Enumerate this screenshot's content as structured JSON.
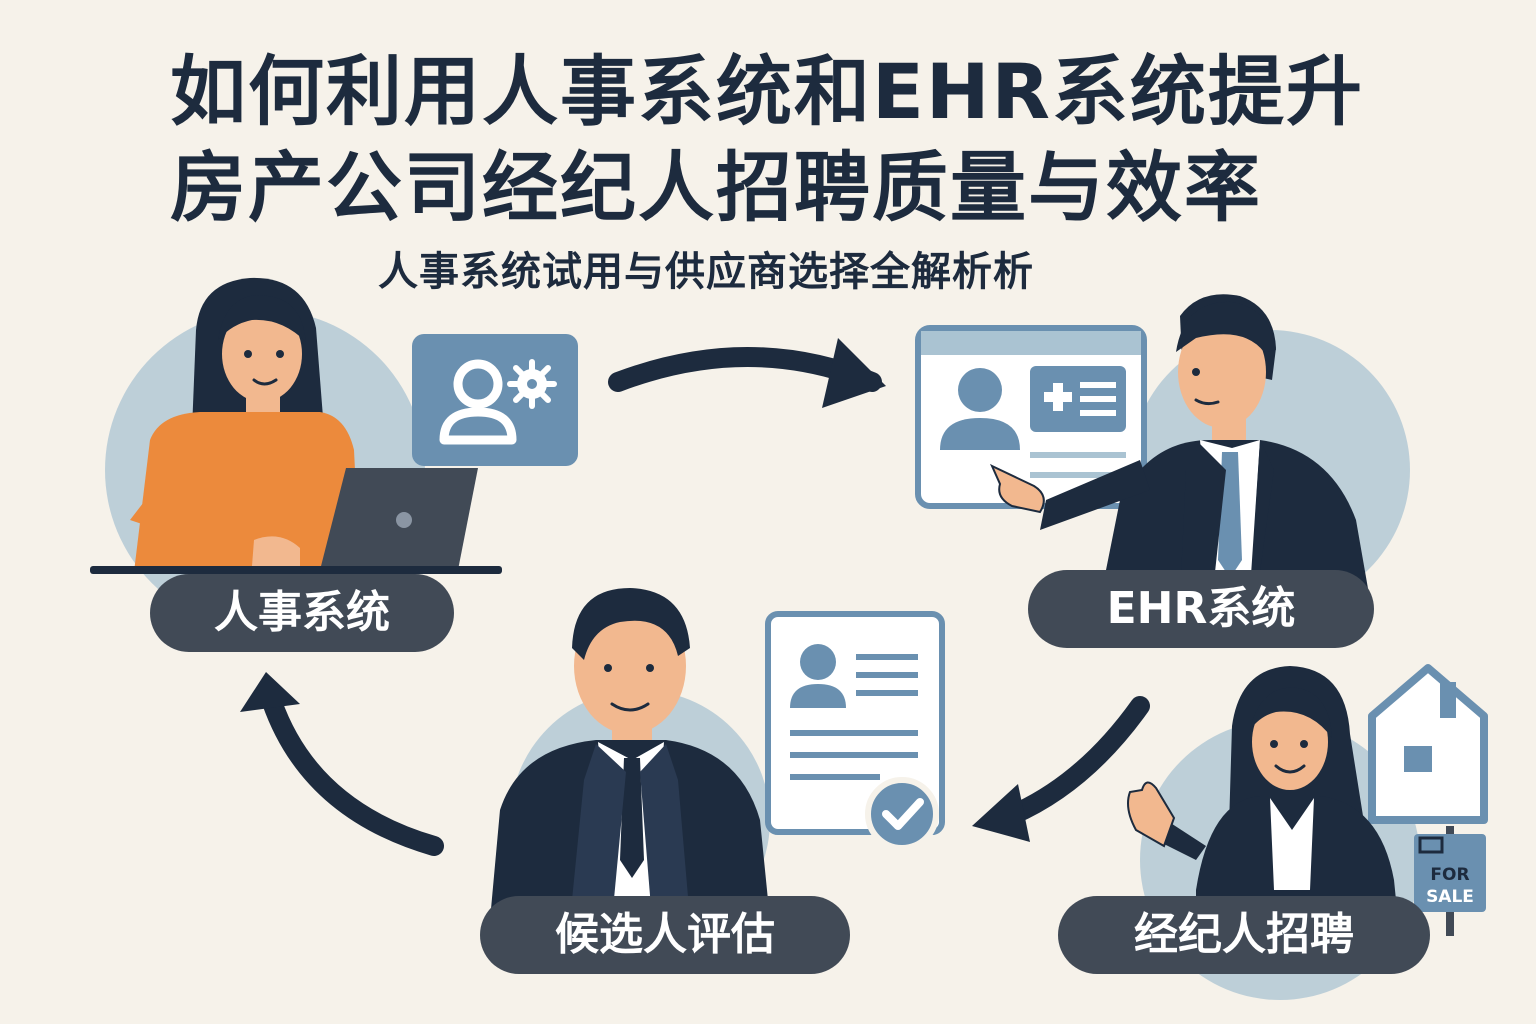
{
  "title": {
    "line1": "如何利用人事系统和EHR系统提升",
    "line2": "房产公司经纪人招聘质量与效率"
  },
  "subtitle": "人事系统试用与供应商选择全解析析",
  "steps": [
    {
      "label": "人事系统"
    },
    {
      "label": "EHR系统"
    },
    {
      "label": "经纪人招聘"
    },
    {
      "label": "候选人评估"
    }
  ],
  "sign": {
    "line1": "FOR",
    "line2": "SALE"
  },
  "colors": {
    "background": "#f6f2ea",
    "navy": "#1d2b3e",
    "pill": "#414a56",
    "accent_blue": "#6a90b0",
    "light_blue": "#aac3d2",
    "orange": "#ec8a3c"
  },
  "icons": [
    "user-gear-icon",
    "profile-card-icon",
    "resume-check-icon",
    "house-icon",
    "laptop-icon"
  ]
}
